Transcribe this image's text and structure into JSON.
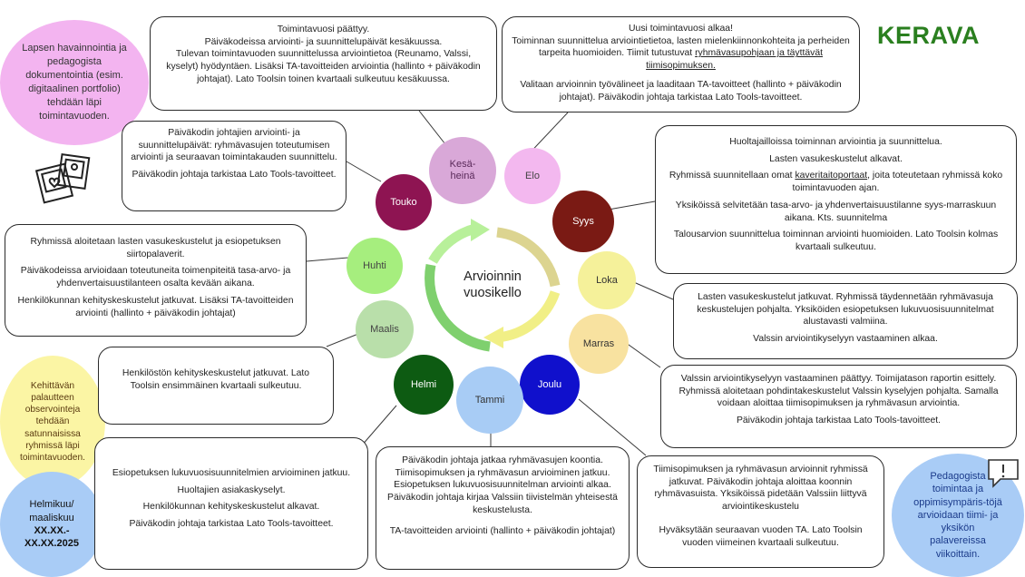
{
  "logo": "KERAVA",
  "center": {
    "line1": "Arvioinnin",
    "line2": "vuosikello"
  },
  "months": {
    "kesaheina": "Kesä-\nheinä",
    "elo": "Elo",
    "syys": "Syys",
    "loka": "Loka",
    "marras": "Marras",
    "joulu": "Joulu",
    "tammi": "Tammi",
    "helmi": "Helmi",
    "maalis": "Maalis",
    "huhti": "Huhti",
    "touko": "Touko"
  },
  "bubbles": {
    "pink": "Lapsen havainnointia ja pedagogista dokumentointia (esim. digitaalinen portfolio) tehdään läpi toimintavuoden.",
    "yellow": "Kehittävän palautteen observointeja tehdään satunnaisissa ryhmissä läpi toimintavuoden.",
    "blue_l1": "Helmikuu/",
    "blue_l2": "maaliskuu",
    "blue_l3": "XX.XX.-",
    "blue_l4": "XX.XX.2025",
    "blue_right": "Pedagogista toimintaa ja oppimisympäris-töjä arvioidaan tiimi- ja yksikön palavereissa viikoittain."
  },
  "boxes": {
    "kesaheina": {
      "p1": "Toimintavuosi päättyy.\nPäiväkodeissa arviointi- ja suunnittelupäivät kesäkuussa.\nTulevan toimintavuoden suunnittelussa arviointietoa (Reunamo, Valssi, kyselyt) hyödyntäen. Lisäksi TA-tavoitteiden arviointia (hallinto + päiväkodin johtajat). Lato Toolsin toinen kvartaali sulkeutuu kesäkuussa."
    },
    "elo": {
      "p1a": "Uusi toimintavuosi alkaa!\nToiminnan suunnittelua arviointietietoa, lasten mielenkiinnonkohteita ja perheiden tarpeita huomioiden. Tiimit tutustuvat ",
      "p1u": "ryhmävasupohjaan ja täyttävät tiimisopimuksen.",
      "p2": "Valitaan arvioinnin työvälineet ja laaditaan TA-tavoitteet (hallinto + päiväkodin johtajat). Päiväkodin johtaja tarkistaa Lato Tools-tavoitteet."
    },
    "touko": {
      "p1": "Päiväkodin johtajien arviointi- ja suunnittelupäivät: ryhmävasujen toteutumisen arviointi ja seuraavan toimintakauden suunnittelu.",
      "p2": "Päiväkodin johtaja tarkistaa Lato Tools-tavoitteet."
    },
    "syys": {
      "p1": "Huoltajailloissa toiminnan arviointia ja suunnittelua.",
      "p2": "Lasten vasukeskustelut alkavat.",
      "p3a": "Ryhmissä suunnitellaan omat ",
      "p3u": "kaveritaitoportaat",
      "p3b": ", joita toteutetaan ryhmissä koko toimintavuoden ajan.",
      "p4": "Yksiköissä selvitetään tasa-arvo- ja yhdenvertaisuustilanne syys-marraskuun aikana. Kts. suunnitelma",
      "p5": "Talousarvion suunnittelua toiminnan arviointi huomioiden. Lato Toolsin kolmas kvartaali sulkeutuu."
    },
    "huhti": {
      "p1": "Ryhmissä aloitetaan lasten vasukeskustelut ja esiopetuksen siirtopalaverit.",
      "p2": "Päiväkodeissa arvioidaan toteutuneita toimenpiteitä tasa-arvo- ja yhdenvertaisuustilanteen osalta kevään aikana.",
      "p3": "Henkilökunnan kehityskeskustelut jatkuvat. Lisäksi TA-tavoitteiden arviointi (hallinto + päiväkodin johtajat)"
    },
    "loka": {
      "p1": "Lasten vasukeskustelut jatkuvat. Ryhmissä täydennetään ryhmävasuja keskustelujen pohjalta. Yksiköiden esiopetuksen lukuvuosisuunnitelmat alustavasti valmiina.",
      "p2": "Valssin arviointikyselyyn vastaaminen alkaa."
    },
    "maalis": {
      "p1": "Henkilöstön kehityskeskustelut jatkuvat. Lato Toolsin ensimmäinen kvartaali sulkeutuu."
    },
    "marras": {
      "p1": "Valssin arviointikyselyyn vastaaminen päättyy. Toimijatason raportin esittely. Ryhmissä aloitetaan pohdintakeskustelut Valssin kyselyjen pohjalta. Samalla voidaan aloittaa tiimisopimuksen ja ryhmävasun arviointia.",
      "p2": "Päiväkodin johtaja tarkistaa Lato Tools-tavoitteet."
    },
    "helmi": {
      "p1": "Esiopetuksen lukuvuosisuunnitelmien arvioiminen jatkuu.",
      "p2": "Huoltajien asiakaskyselyt.",
      "p3": "Henkilökunnan kehityskeskustelut alkavat.",
      "p4": "Päiväkodin johtaja tarkistaa Lato Tools-tavoitteet."
    },
    "tammi": {
      "p1": "Päiväkodin johtaja jatkaa ryhmävasujen koontia. Tiimisopimuksen ja ryhmävasun arvioiminen jatkuu. Esiopetuksen lukuvuosisuunnitelman arviointi alkaa. Päiväkodin johtaja kirjaa Valssiin tiivistelmän yhteisestä keskustelusta.",
      "p2": "TA-tavoitteiden arviointi (hallinto + päiväkodin johtajat)"
    },
    "joulu": {
      "p1": "Tiimisopimuksen ja ryhmävasun arvioinnit ryhmissä jatkuvat. Päiväkodin johtaja aloittaa koonnin ryhmävasuista. Yksiköissä pidetään Valssiin liittyvä arviointikeskustelu",
      "p2": "Hyväksytään seuraavan vuoden TA. Lato Toolsin vuoden viimeinen kvartaali sulkeutuu."
    }
  },
  "colors": {
    "kesaheina": "#d9a8d8",
    "elo": "#f3b8ef",
    "syys": "#7a1a14",
    "loka": "#f5f19a",
    "marras": "#f8e2a0",
    "joulu": "#1010cc",
    "tammi": "#a8ccf5",
    "helmi": "#0d5b12",
    "maalis": "#b9dfaa",
    "huhti": "#a6ee7e",
    "touko": "#8e1452",
    "pink_bubble": "#f3b4f0",
    "yellow_bubble": "#fbf5a4",
    "blue_bubble": "#a9ccf6",
    "logo": "#2a7f1f"
  }
}
